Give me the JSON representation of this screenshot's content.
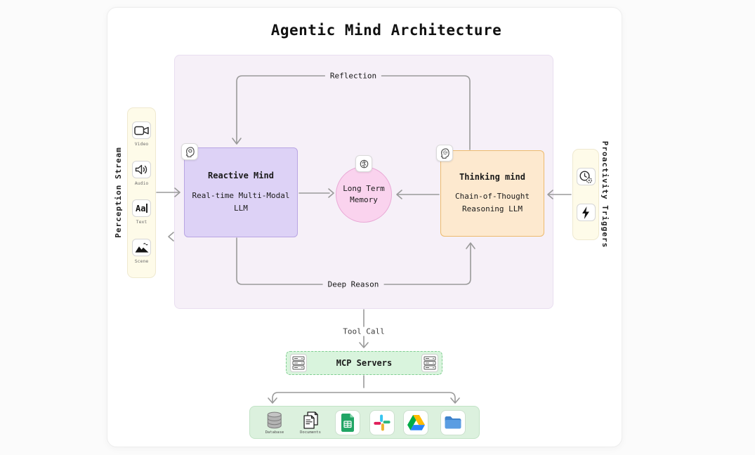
{
  "title": "Agentic Mind Architecture",
  "palette": {
    "container_bg": "#f6f0f8",
    "reactive_fill": "#ddd2f6",
    "reactive_border": "#b9a5e3",
    "thinking_fill": "#fde9cf",
    "thinking_border": "#edba6d",
    "memory_fill": "#fad3ee",
    "memory_border": "#e9a9d6",
    "panel_fill": "#fefbe9",
    "mcp_fill": "#d9f4dd",
    "mcp_border": "#7fce90",
    "tools_fill": "#dcf1de",
    "edge_color": "#9a9a9a"
  },
  "perception": {
    "label": "Perception Stream",
    "items": [
      {
        "icon": "video-camera-icon",
        "label": "Video"
      },
      {
        "icon": "speaker-icon",
        "label": "Audio"
      },
      {
        "icon": "text-cursor-icon",
        "label": "Text",
        "icon_text": "Aa"
      },
      {
        "icon": "mountains-icon",
        "label": "Scene"
      }
    ]
  },
  "proactivity": {
    "label": "Proactivity Triggers",
    "items": [
      {
        "icon": "clock-gear-icon"
      },
      {
        "icon": "lightning-bolt-icon"
      }
    ]
  },
  "core": {
    "reflection_label": "Reflection",
    "deep_reason_label": "Deep Reason",
    "reactive": {
      "title": "Reactive Mind",
      "subtitle": "Real-time Multi-Modal\nLLM",
      "icon": "head-brain-icon"
    },
    "memory": {
      "title": "Long Term\nMemory",
      "icon": "brain-icon"
    },
    "thinking": {
      "title": "Thinking mind",
      "subtitle": "Chain-of-Thought\nReasoning LLM",
      "icon": "head-gear-icon"
    }
  },
  "tool_call_label": "Tool Call",
  "mcp": {
    "label": "MCP Servers",
    "icon": "server-rack-icon"
  },
  "tools": {
    "items": [
      {
        "icon": "database-icon",
        "label": "Database"
      },
      {
        "icon": "documents-icon",
        "label": "Documents"
      },
      {
        "icon": "google-sheets-icon"
      },
      {
        "icon": "slack-icon"
      },
      {
        "icon": "google-drive-icon"
      },
      {
        "icon": "folder-icon"
      }
    ]
  }
}
